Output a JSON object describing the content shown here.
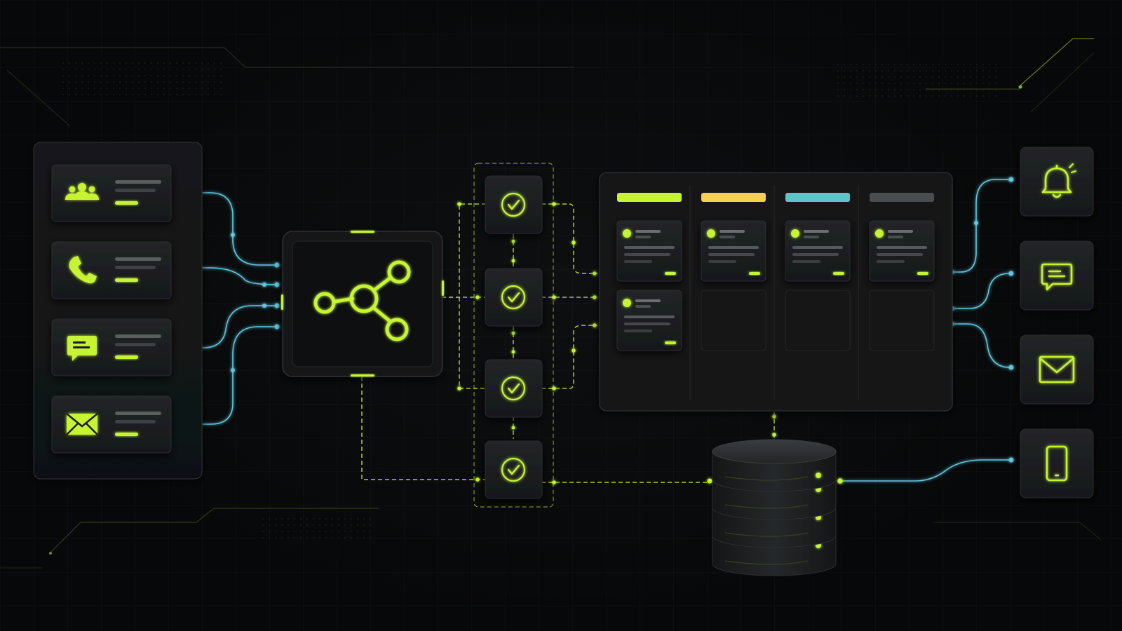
{
  "colors": {
    "background": "#070809",
    "panel": "#141617",
    "panel_border": "#2b2e30",
    "card": "#1c1f21",
    "accent_lime": "#c6f432",
    "accent_cyan": "#5ec8e0",
    "accent_yellow": "#f5d04a",
    "accent_teal": "#5fc4c8",
    "neutral_gray": "#4a4d50",
    "text_line": "#55595c",
    "db_body": "#1a1c1e"
  },
  "input_channels": [
    {
      "icon": "users-icon"
    },
    {
      "icon": "phone-icon"
    },
    {
      "icon": "chat-icon"
    },
    {
      "icon": "mail-icon"
    }
  ],
  "hub": {
    "icon": "share-network-icon"
  },
  "checkpoints": [
    {
      "icon": "check-circle-icon"
    },
    {
      "icon": "check-circle-icon"
    },
    {
      "icon": "check-circle-icon"
    },
    {
      "icon": "check-circle-icon"
    }
  ],
  "board": {
    "columns": [
      {
        "color": "#c6f432",
        "cards": 2
      },
      {
        "color": "#f5d04a",
        "cards": 1
      },
      {
        "color": "#5fc4c8",
        "cards": 1
      },
      {
        "color": "#4a4d50",
        "cards": 1
      }
    ]
  },
  "database": {
    "icon": "database-icon",
    "layers": 4
  },
  "output_channels": [
    {
      "icon": "bell-icon"
    },
    {
      "icon": "chat-icon"
    },
    {
      "icon": "mail-icon"
    },
    {
      "icon": "smartphone-icon"
    }
  ]
}
